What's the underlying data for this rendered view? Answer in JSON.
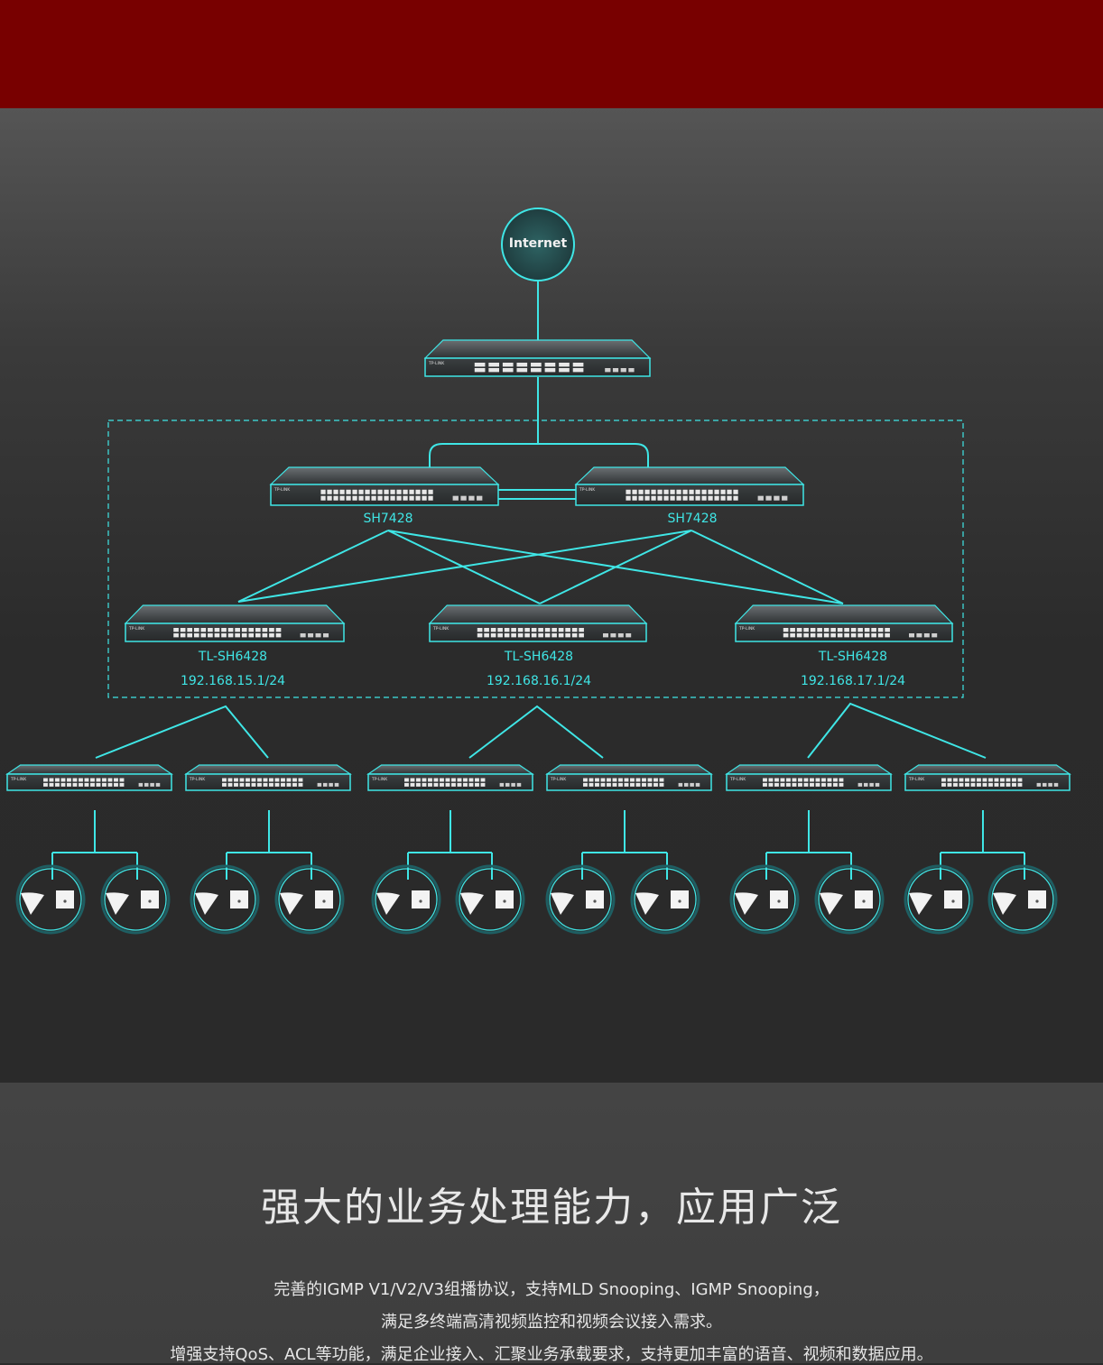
{
  "internet": {
    "label": "Internet"
  },
  "core_switches": [
    {
      "label": "SH7428"
    },
    {
      "label": "SH7428"
    }
  ],
  "aggregation_switches": [
    {
      "model": "TL-SH6428",
      "ip": "192.168.15.1/24"
    },
    {
      "model": "TL-SH6428",
      "ip": "192.168.16.1/24"
    },
    {
      "model": "TL-SH6428",
      "ip": "192.168.17.1/24"
    }
  ],
  "device_brand": "TP-LINK",
  "colors": {
    "accent": "#3fe6e6",
    "top_band": "#780000"
  },
  "text": {
    "headline": "强大的业务处理能力，应用广泛",
    "line1": "完善的IGMP V1/V2/V3组播协议，支持MLD Snooping、IGMP Snooping，",
    "line2": "满足多终端高清视频监控和视频会议接入需求。",
    "line3": "增强支持QoS、ACL等功能，满足企业接入、汇聚业务承载要求，支持更加丰富的语音、视频和数据应用。"
  }
}
